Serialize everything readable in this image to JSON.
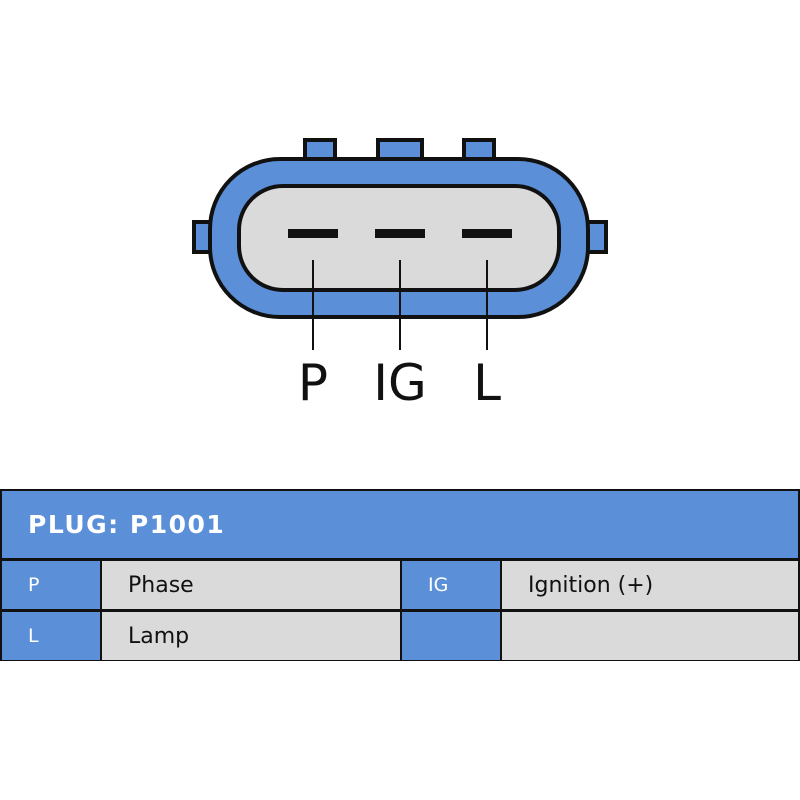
{
  "colors": {
    "accent_blue": "#5b8fd8",
    "cell_grey": "#dadada",
    "outline": "#111111"
  },
  "connector": {
    "pins": [
      {
        "code": "P"
      },
      {
        "code": "IG"
      },
      {
        "code": "L"
      }
    ]
  },
  "table": {
    "title": "PLUG: P1001",
    "rows": [
      [
        {
          "code": "P",
          "description": "Phase"
        },
        {
          "code": "IG",
          "description": "Ignition (+)"
        }
      ],
      [
        {
          "code": "L",
          "description": "Lamp"
        },
        {
          "code": "",
          "description": ""
        }
      ]
    ]
  }
}
